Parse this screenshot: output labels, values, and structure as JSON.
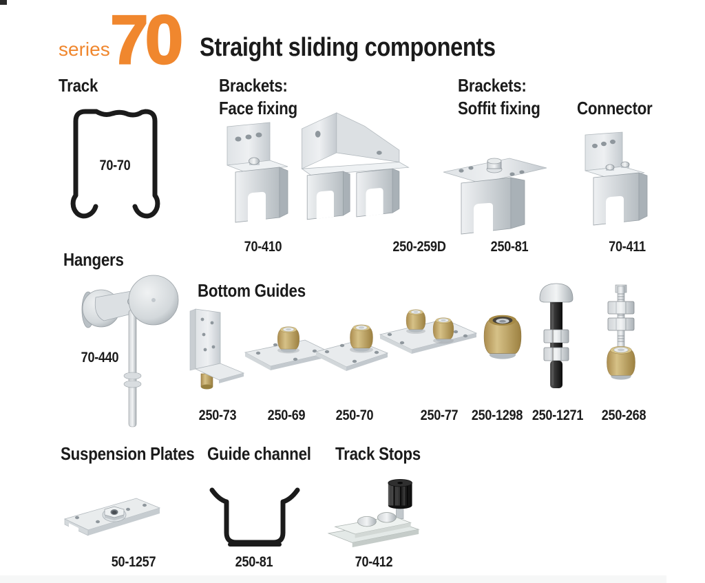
{
  "header": {
    "series_label": "series",
    "series_number": "70",
    "title": "Straight sliding components"
  },
  "colors": {
    "accent": "#f0872e",
    "text": "#1b1b1b",
    "brass": "#c2a566",
    "metal": "#d7dce0",
    "line_drawing": "#1b1b1b"
  },
  "groups": {
    "track": {
      "heading": "Track",
      "part": "70-70"
    },
    "brackets_face": {
      "heading_line1": "Brackets:",
      "heading_line2": "Face fixing",
      "parts": [
        "70-410",
        "250-259D"
      ]
    },
    "brackets_soffit": {
      "heading_line1": "Brackets:",
      "heading_line2": "Soffit fixing",
      "part": "250-81"
    },
    "connector": {
      "heading": "Connector",
      "part": "70-411"
    },
    "hangers": {
      "heading": "Hangers",
      "part": "70-440"
    },
    "bottom_guides": {
      "heading": "Bottom Guides",
      "parts": [
        "250-73",
        "250-69",
        "250-70",
        "250-77",
        "250-1298",
        "250-1271",
        "250-268"
      ]
    },
    "suspension_plates": {
      "heading": "Suspension Plates",
      "part": "50-1257"
    },
    "guide_channel": {
      "heading": "Guide channel",
      "part": "250-81"
    },
    "track_stops": {
      "heading": "Track Stops",
      "part": "70-412"
    }
  }
}
